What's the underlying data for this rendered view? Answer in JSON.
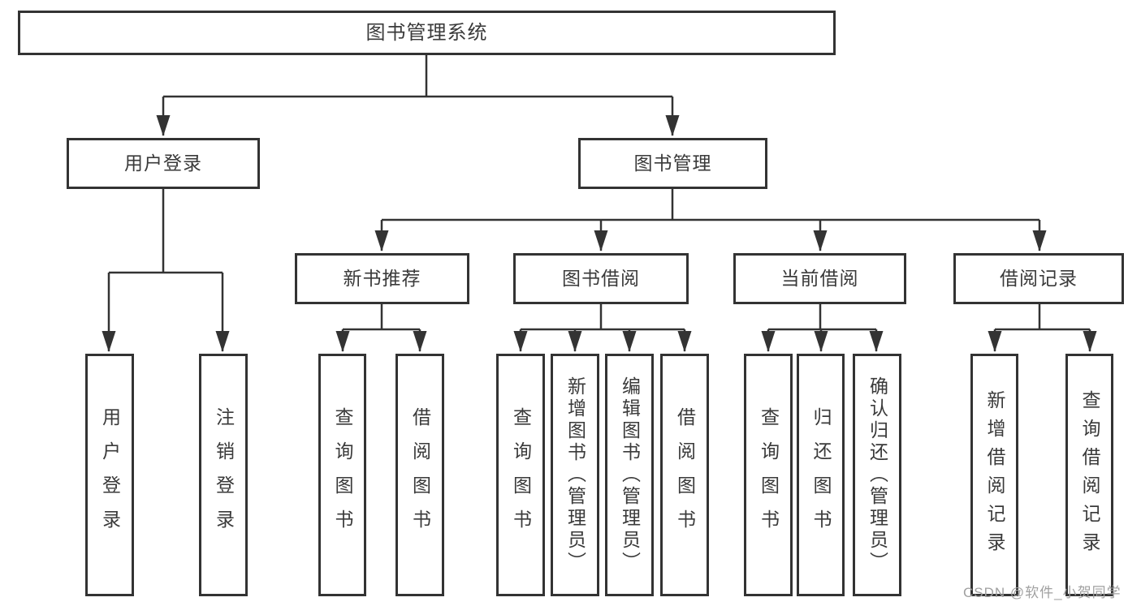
{
  "diagram": {
    "title": "图书管理系统",
    "type": "tree",
    "colors": {
      "line": "#333333",
      "box_border": "#333333",
      "text": "#3a3a3a",
      "background": "#ffffff",
      "watermark": "#a0a0a0"
    },
    "root": {
      "label": "图书管理系统"
    },
    "level1": [
      {
        "label": "用户登录",
        "parent": "图书管理系统"
      },
      {
        "label": "图书管理",
        "parent": "图书管理系统"
      }
    ],
    "level2": [
      {
        "label": "新书推荐",
        "parent": "图书管理"
      },
      {
        "label": "图书借阅",
        "parent": "图书管理"
      },
      {
        "label": "当前借阅",
        "parent": "图书管理"
      },
      {
        "label": "借阅记录",
        "parent": "图书管理"
      }
    ],
    "leaves": [
      {
        "label": "用户登录",
        "parent": "用户登录"
      },
      {
        "label": "注销登录",
        "parent": "用户登录"
      },
      {
        "label": "查询图书",
        "parent": "新书推荐"
      },
      {
        "label": "借阅图书",
        "parent": "新书推荐"
      },
      {
        "label": "查询图书",
        "parent": "图书借阅"
      },
      {
        "label": "新增图书（管理员）",
        "parent": "图书借阅"
      },
      {
        "label": "编辑图书（管理员）",
        "parent": "图书借阅"
      },
      {
        "label": "借阅图书",
        "parent": "图书借阅"
      },
      {
        "label": "查询图书",
        "parent": "当前借阅"
      },
      {
        "label": "归还图书",
        "parent": "当前借阅"
      },
      {
        "label": "确认归还（管理员）",
        "parent": "当前借阅"
      },
      {
        "label": "新增借阅记录",
        "parent": "借阅记录"
      },
      {
        "label": "查询借阅记录",
        "parent": "借阅记录"
      }
    ],
    "watermark": "CSDN @软件_小贺同学"
  }
}
